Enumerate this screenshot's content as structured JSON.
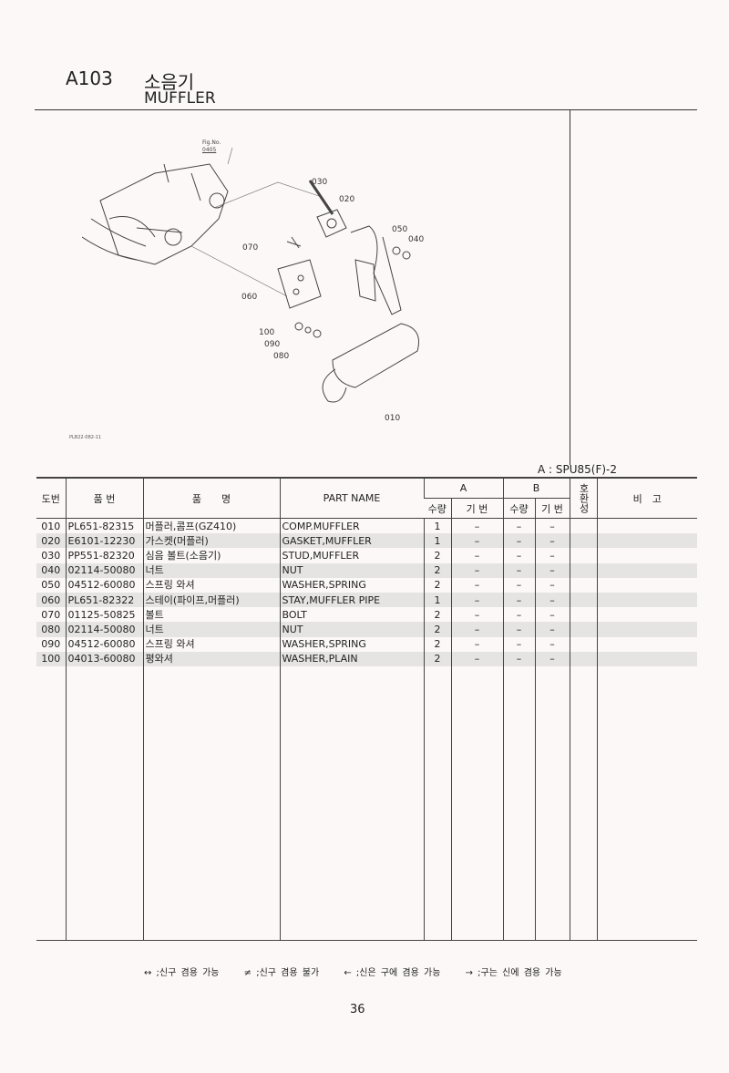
{
  "header": {
    "code": "A103",
    "title_ko": "소음기",
    "title_en": "MUFFLER"
  },
  "figure": {
    "fig_no_label": "Fig.No.",
    "fig_no": "0405",
    "drawing_no": "PLB22-082-11",
    "callouts": [
      "010",
      "020",
      "030",
      "040",
      "050",
      "060",
      "070",
      "080",
      "090",
      "100"
    ]
  },
  "model_note": "A : SPU85(F)-2",
  "table": {
    "headers": {
      "no": "도번",
      "part_no": "품 번",
      "name_ko": "품　　명",
      "part_name": "PART NAME",
      "group_a": "A",
      "group_b": "B",
      "qty": "수량",
      "serial": "기 번",
      "compat": "호환성",
      "remarks": "비　고"
    },
    "rows": [
      {
        "no": "010",
        "part_no": "PL651-82315",
        "name_ko": "머플러,콤프(GZ410)",
        "part_name": "COMP.MUFFLER",
        "a_qty": "1",
        "a_serial": "–",
        "b_qty": "–",
        "b_serial": "–"
      },
      {
        "no": "020",
        "part_no": "E6101-12230",
        "name_ko": "가스켓(머플러)",
        "part_name": "GASKET,MUFFLER",
        "a_qty": "1",
        "a_serial": "–",
        "b_qty": "–",
        "b_serial": "–"
      },
      {
        "no": "030",
        "part_no": "PP551-82320",
        "name_ko": "심음 볼트(소음기)",
        "part_name": "STUD,MUFFLER",
        "a_qty": "2",
        "a_serial": "–",
        "b_qty": "–",
        "b_serial": "–"
      },
      {
        "no": "040",
        "part_no": "02114-50080",
        "name_ko": "너트",
        "part_name": "NUT",
        "a_qty": "2",
        "a_serial": "–",
        "b_qty": "–",
        "b_serial": "–"
      },
      {
        "no": "050",
        "part_no": "04512-60080",
        "name_ko": "스프링 와셔",
        "part_name": "WASHER,SPRING",
        "a_qty": "2",
        "a_serial": "–",
        "b_qty": "–",
        "b_serial": "–"
      },
      {
        "no": "060",
        "part_no": "PL651-82322",
        "name_ko": "스테이(파이프,머플러)",
        "part_name": "STAY,MUFFLER PIPE",
        "a_qty": "1",
        "a_serial": "–",
        "b_qty": "–",
        "b_serial": "–"
      },
      {
        "no": "070",
        "part_no": "01125-50825",
        "name_ko": "볼트",
        "part_name": "BOLT",
        "a_qty": "2",
        "a_serial": "–",
        "b_qty": "–",
        "b_serial": "–"
      },
      {
        "no": "080",
        "part_no": "02114-50080",
        "name_ko": "너트",
        "part_name": "NUT",
        "a_qty": "2",
        "a_serial": "–",
        "b_qty": "–",
        "b_serial": "–"
      },
      {
        "no": "090",
        "part_no": "04512-60080",
        "name_ko": "스프링 와셔",
        "part_name": "WASHER,SPRING",
        "a_qty": "2",
        "a_serial": "–",
        "b_qty": "–",
        "b_serial": "–"
      },
      {
        "no": "100",
        "part_no": "04013-60080",
        "name_ko": "평와셔",
        "part_name": "WASHER,PLAIN",
        "a_qty": "2",
        "a_serial": "–",
        "b_qty": "–",
        "b_serial": "–"
      }
    ]
  },
  "legend": [
    "↔ ;신구 겸용 가능",
    "≠ ;신구 겸용 불가",
    "← ;신은 구에 겸용 가능",
    "→ ;구는 신에 겸용 가능"
  ],
  "page_number": "36"
}
